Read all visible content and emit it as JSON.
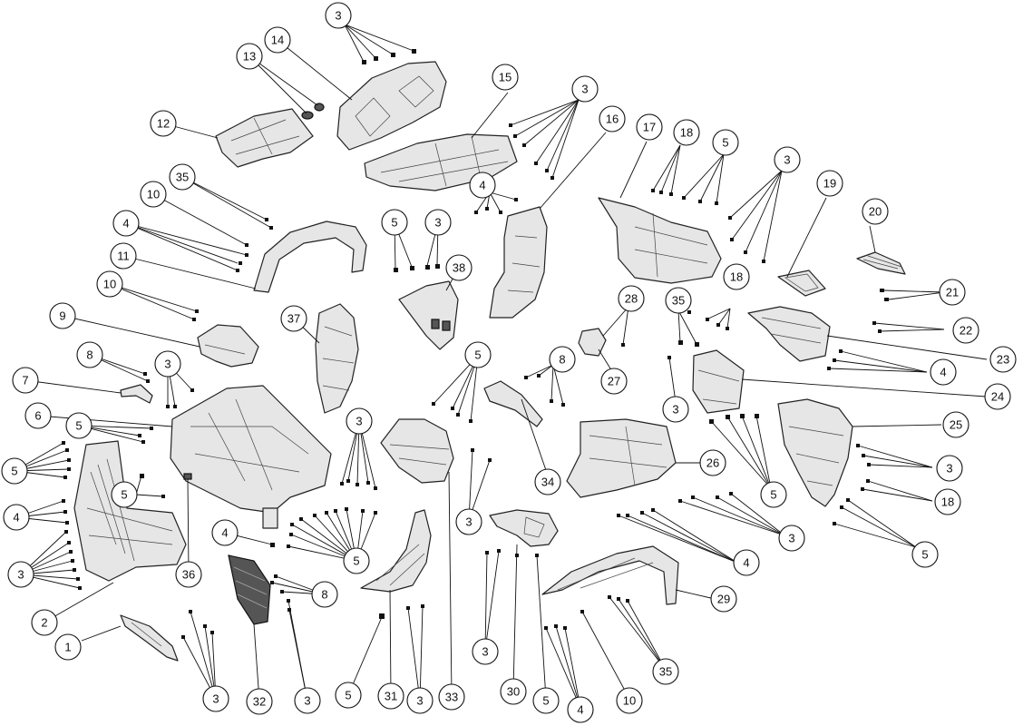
{
  "callouts": [
    {
      "id": "c1",
      "label": "1"
    },
    {
      "id": "c2",
      "label": "2"
    },
    {
      "id": "c3_top",
      "label": "3"
    },
    {
      "id": "c3_b",
      "label": "3"
    },
    {
      "id": "c3_c",
      "label": "3"
    },
    {
      "id": "c3_d",
      "label": "3"
    },
    {
      "id": "c3_e",
      "label": "3"
    },
    {
      "id": "c3_f",
      "label": "3"
    },
    {
      "id": "c3_g",
      "label": "3"
    },
    {
      "id": "c3_h",
      "label": "3"
    },
    {
      "id": "c3_i",
      "label": "3"
    },
    {
      "id": "c3_j",
      "label": "3"
    },
    {
      "id": "c3_k",
      "label": "3"
    },
    {
      "id": "c3_l",
      "label": "3"
    },
    {
      "id": "c3_m",
      "label": "3"
    },
    {
      "id": "c3_n",
      "label": "3"
    },
    {
      "id": "c3_o",
      "label": "3"
    },
    {
      "id": "c4_a",
      "label": "4"
    },
    {
      "id": "c4_b",
      "label": "4"
    },
    {
      "id": "c4_c",
      "label": "4"
    },
    {
      "id": "c4_d",
      "label": "4"
    },
    {
      "id": "c4_e",
      "label": "4"
    },
    {
      "id": "c4_f",
      "label": "4"
    },
    {
      "id": "c4_g",
      "label": "4"
    },
    {
      "id": "c5_a",
      "label": "5"
    },
    {
      "id": "c5_b",
      "label": "5"
    },
    {
      "id": "c5_c",
      "label": "5"
    },
    {
      "id": "c5_d",
      "label": "5"
    },
    {
      "id": "c5_e",
      "label": "5"
    },
    {
      "id": "c5_f",
      "label": "5"
    },
    {
      "id": "c5_g",
      "label": "5"
    },
    {
      "id": "c5_h",
      "label": "5"
    },
    {
      "id": "c5_i",
      "label": "5"
    },
    {
      "id": "c5_j",
      "label": "5"
    },
    {
      "id": "c5_k",
      "label": "5"
    },
    {
      "id": "c6",
      "label": "6"
    },
    {
      "id": "c7",
      "label": "7"
    },
    {
      "id": "c8_a",
      "label": "8"
    },
    {
      "id": "c8_b",
      "label": "8"
    },
    {
      "id": "c8_c",
      "label": "8"
    },
    {
      "id": "c9",
      "label": "9"
    },
    {
      "id": "c10_a",
      "label": "10"
    },
    {
      "id": "c10_b",
      "label": "10"
    },
    {
      "id": "c10_c",
      "label": "10"
    },
    {
      "id": "c11",
      "label": "11"
    },
    {
      "id": "c12",
      "label": "12"
    },
    {
      "id": "c13",
      "label": "13"
    },
    {
      "id": "c14",
      "label": "14"
    },
    {
      "id": "c15",
      "label": "15"
    },
    {
      "id": "c16",
      "label": "16"
    },
    {
      "id": "c17",
      "label": "17"
    },
    {
      "id": "c18_a",
      "label": "18"
    },
    {
      "id": "c18_b",
      "label": "18"
    },
    {
      "id": "c18_c",
      "label": "18"
    },
    {
      "id": "c19",
      "label": "19"
    },
    {
      "id": "c20",
      "label": "20"
    },
    {
      "id": "c21",
      "label": "21"
    },
    {
      "id": "c22",
      "label": "22"
    },
    {
      "id": "c23",
      "label": "23"
    },
    {
      "id": "c24",
      "label": "24"
    },
    {
      "id": "c25",
      "label": "25"
    },
    {
      "id": "c26",
      "label": "26"
    },
    {
      "id": "c27",
      "label": "27"
    },
    {
      "id": "c28",
      "label": "28"
    },
    {
      "id": "c29",
      "label": "29"
    },
    {
      "id": "c30",
      "label": "30"
    },
    {
      "id": "c31",
      "label": "31"
    },
    {
      "id": "c32",
      "label": "32"
    },
    {
      "id": "c33",
      "label": "33"
    },
    {
      "id": "c34",
      "label": "34"
    },
    {
      "id": "c35_a",
      "label": "35"
    },
    {
      "id": "c35_b",
      "label": "35"
    },
    {
      "id": "c35_c",
      "label": "35"
    },
    {
      "id": "c36",
      "label": "36"
    },
    {
      "id": "c37",
      "label": "37"
    },
    {
      "id": "c38",
      "label": "38"
    }
  ]
}
